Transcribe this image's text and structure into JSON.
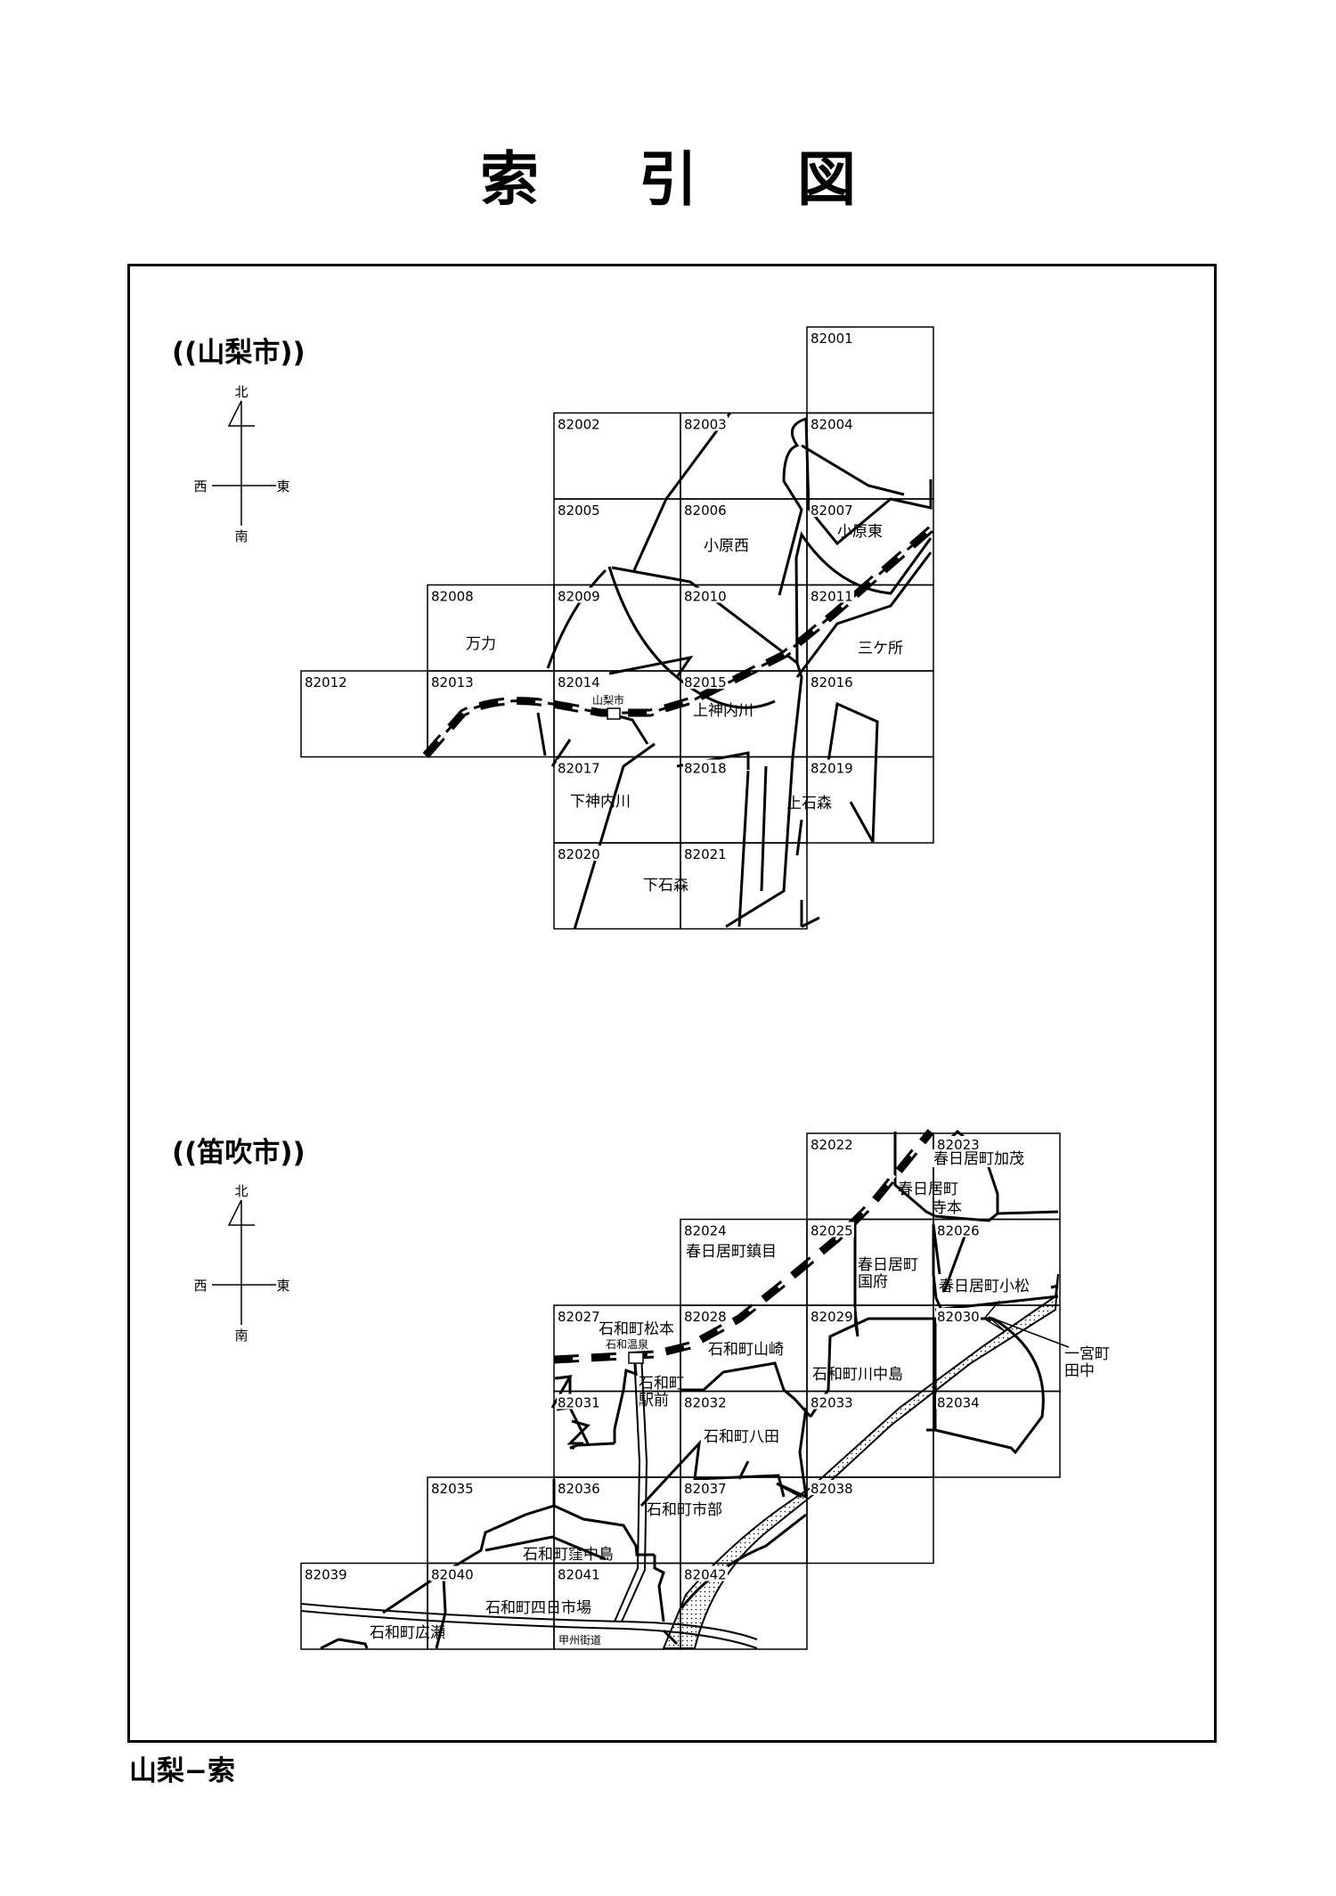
{
  "title_chars": [
    "索",
    "引",
    "図"
  ],
  "footer": "山梨−索",
  "compass": {
    "north": "北",
    "south": "南",
    "east": "東",
    "west": "西"
  },
  "sections": [
    {
      "label": "((山梨市))",
      "cells": [
        {
          "code": "82001",
          "row": 0,
          "col": 4
        },
        {
          "code": "82002",
          "row": 1,
          "col": 2
        },
        {
          "code": "82003",
          "row": 1,
          "col": 3
        },
        {
          "code": "82004",
          "row": 1,
          "col": 4
        },
        {
          "code": "82005",
          "row": 2,
          "col": 2
        },
        {
          "code": "82006",
          "row": 2,
          "col": 3
        },
        {
          "code": "82007",
          "row": 2,
          "col": 4
        },
        {
          "code": "82008",
          "row": 3,
          "col": 1
        },
        {
          "code": "82009",
          "row": 3,
          "col": 2
        },
        {
          "code": "82010",
          "row": 3,
          "col": 3
        },
        {
          "code": "82011",
          "row": 3,
          "col": 4
        },
        {
          "code": "82012",
          "row": 4,
          "col": 0
        },
        {
          "code": "82013",
          "row": 4,
          "col": 1
        },
        {
          "code": "82014",
          "row": 4,
          "col": 2
        },
        {
          "code": "82015",
          "row": 4,
          "col": 3
        },
        {
          "code": "82016",
          "row": 4,
          "col": 4
        },
        {
          "code": "82017",
          "row": 5,
          "col": 2
        },
        {
          "code": "82018",
          "row": 5,
          "col": 3
        },
        {
          "code": "82019",
          "row": 5,
          "col": 4
        },
        {
          "code": "82020",
          "row": 6,
          "col": 2
        },
        {
          "code": "82021",
          "row": 6,
          "col": 3
        }
      ],
      "places": [
        "小原西",
        "小原東",
        "万力",
        "三ケ所",
        "山梨市",
        "上神内川",
        "下神内川",
        "上石森",
        "下石森"
      ]
    },
    {
      "label": "((笛吹市))",
      "cells": [
        {
          "code": "82022",
          "row": 0,
          "col": 4
        },
        {
          "code": "82023",
          "row": 0,
          "col": 5
        },
        {
          "code": "82024",
          "row": 1,
          "col": 3
        },
        {
          "code": "82025",
          "row": 1,
          "col": 4
        },
        {
          "code": "82026",
          "row": 1,
          "col": 5
        },
        {
          "code": "82027",
          "row": 2,
          "col": 2
        },
        {
          "code": "82028",
          "row": 2,
          "col": 3
        },
        {
          "code": "82029",
          "row": 2,
          "col": 4
        },
        {
          "code": "82030",
          "row": 2,
          "col": 5
        },
        {
          "code": "82031",
          "row": 3,
          "col": 2
        },
        {
          "code": "82032",
          "row": 3,
          "col": 3
        },
        {
          "code": "82033",
          "row": 3,
          "col": 4
        },
        {
          "code": "82034",
          "row": 3,
          "col": 5
        },
        {
          "code": "82035",
          "row": 4,
          "col": 1
        },
        {
          "code": "82036",
          "row": 4,
          "col": 2
        },
        {
          "code": "82037",
          "row": 4,
          "col": 3
        },
        {
          "code": "82038",
          "row": 4,
          "col": 4
        },
        {
          "code": "82039",
          "row": 5,
          "col": 0
        },
        {
          "code": "82040",
          "row": 5,
          "col": 1
        },
        {
          "code": "82041",
          "row": 5,
          "col": 2
        },
        {
          "code": "82042",
          "row": 5,
          "col": 3
        }
      ],
      "places": [
        "春日居町加茂",
        "春日居町",
        "寺本",
        "春日居町鎮目",
        "春日居町",
        "国府",
        "春日居町小松",
        "石和町松本",
        "石和温泉",
        "石和町山崎",
        "石和町",
        "駅前",
        "石和町川中島",
        "一宮町",
        "田中",
        "石和町八田",
        "石和町市部",
        "石和町窪中島",
        "石和町四日市場",
        "石和町広瀬",
        "甲州街道"
      ]
    }
  ]
}
